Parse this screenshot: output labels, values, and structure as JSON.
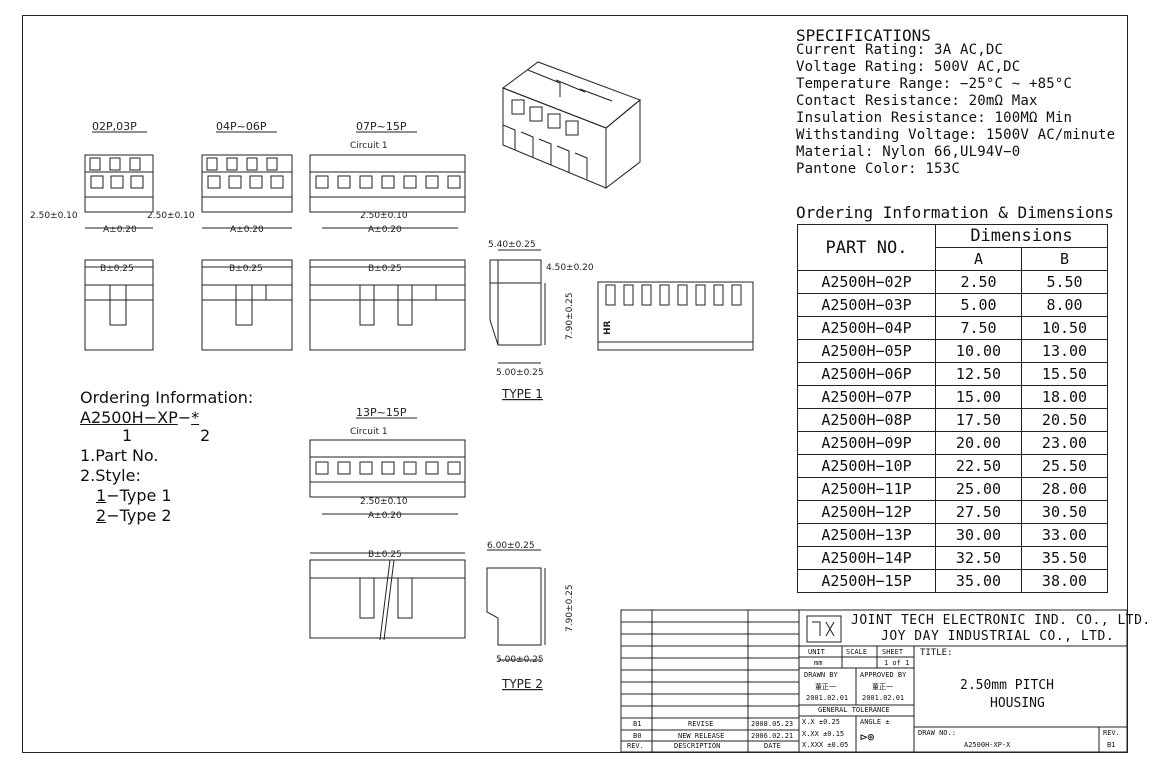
{
  "specifications": {
    "title": "SPECIFICATIONS",
    "lines": [
      "Current Rating: 3A AC,DC",
      "Voltage Rating: 500V AC,DC",
      "Temperature Range: −25°C ~ +85°C",
      "Contact Resistance: 20mΩ Max",
      "Insulation Resistance: 100MΩ Min",
      "Withstanding Voltage: 1500V AC/minute",
      "Material: Nylon 66,UL94V−0",
      "Pantone Color: 153C"
    ]
  },
  "ordering_table": {
    "title": "Ordering Information & Dimensions",
    "part_header": "PART NO.",
    "dims_header": "Dimensions",
    "col_a": "A",
    "col_b": "B",
    "rows": [
      {
        "part": "A2500H−02P",
        "a": "2.50",
        "b": "5.50"
      },
      {
        "part": "A2500H−03P",
        "a": "5.00",
        "b": "8.00"
      },
      {
        "part": "A2500H−04P",
        "a": "7.50",
        "b": "10.50"
      },
      {
        "part": "A2500H−05P",
        "a": "10.00",
        "b": "13.00"
      },
      {
        "part": "A2500H−06P",
        "a": "12.50",
        "b": "15.50"
      },
      {
        "part": "A2500H−07P",
        "a": "15.00",
        "b": "18.00"
      },
      {
        "part": "A2500H−08P",
        "a": "17.50",
        "b": "20.50"
      },
      {
        "part": "A2500H−09P",
        "a": "20.00",
        "b": "23.00"
      },
      {
        "part": "A2500H−10P",
        "a": "22.50",
        "b": "25.50"
      },
      {
        "part": "A2500H−11P",
        "a": "25.00",
        "b": "28.00"
      },
      {
        "part": "A2500H−12P",
        "a": "27.50",
        "b": "30.50"
      },
      {
        "part": "A2500H−13P",
        "a": "30.00",
        "b": "33.00"
      },
      {
        "part": "A2500H−14P",
        "a": "32.50",
        "b": "35.50"
      },
      {
        "part": "A2500H−15P",
        "a": "35.00",
        "b": "38.00"
      }
    ]
  },
  "drawing_labels": {
    "v1": "02P,03P",
    "v2": "04P~06P",
    "v3": "07P~15P",
    "v4": "13P~15P",
    "circuit1": "Circuit 1",
    "circuit1b": "Circuit 1",
    "dim_250_a": "2.50±0.10",
    "dim_250_b": "2.50±0.10",
    "dim_250_c": "2.50±0.10",
    "dim_250_d": "2.50±0.10",
    "a1": "A±0.20",
    "a2": "A±0.20",
    "a3": "A±0.20",
    "a4": "A±0.20",
    "b1": "B±0.25",
    "b2": "B±0.25",
    "b3": "B±0.25",
    "b4": "B±0.25",
    "t1_540": "5.40±0.25",
    "t1_450": "4.50±0.20",
    "t1_790": "7.90±0.25",
    "t1_500": "5.00±0.25",
    "t2_600": "6.00±0.25",
    "t2_790": "7.90±0.25",
    "t2_500": "5.00±0.25",
    "type1": "TYPE 1",
    "type2": "TYPE 2",
    "hr_mark": "HR"
  },
  "ordering_info": {
    "title": "Ordering Information:",
    "code_base": "A2500H−XP",
    "code_dash": "−",
    "code_star": "*",
    "num1": "1",
    "num2": "2",
    "item1": "1.Part No.",
    "item2": "2.Style:",
    "style1_num": "1",
    "style1_text": "−Type 1",
    "style2_num": "2",
    "style2_text": "−Type 2"
  },
  "title_block": {
    "company1": "JOINT TECH ELECTRONIC IND. CO., LTD.",
    "company2": "JOY DAY INDUSTRIAL CO., LTD.",
    "unit_label": "UNIT",
    "unit_value": "mm",
    "scale_label": "SCALE",
    "sheet_label": "SHEET",
    "sheet_value": "1 of 1",
    "title_label": "TITLE:",
    "title_line1": "2.50mm PITCH",
    "title_line2": "HOUSING",
    "drawn_by": "DRAWN BY",
    "drawn_name": "董正一",
    "drawn_date": "2001.02.01",
    "approved_by": "APPROVED BY",
    "approved_name": "董正一",
    "approved_date": "2001.02.01",
    "general_tol": "GENERAL TOLERANCE",
    "tol_x": "X.X ±0.25",
    "tol_xx": "X.XX ±0.15",
    "tol_xxx": "X.XXX ±0.05",
    "angle": "ANGLE ±",
    "draw_no_label": "DRAW NO.:",
    "draw_no": "A2500H-XP-X",
    "rev_label": "REV.",
    "rev_value": "B1",
    "rev_rows": [
      {
        "rev": "B1",
        "desc": "REVISE",
        "date": "2008.05.23"
      },
      {
        "rev": "B0",
        "desc": "NEW RELEASE",
        "date": "2006.02.21"
      }
    ],
    "hdr_rev": "REV.",
    "hdr_desc": "DESCRIPTION",
    "hdr_date": "DATE"
  }
}
